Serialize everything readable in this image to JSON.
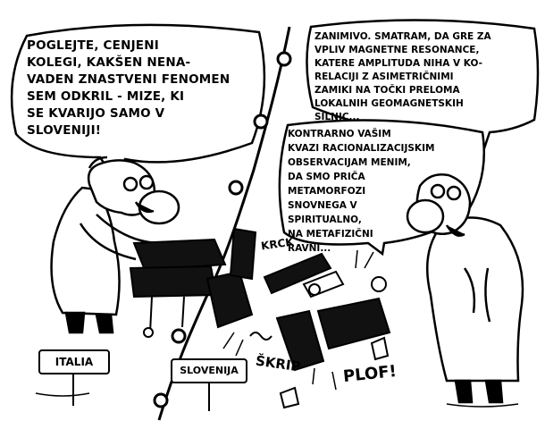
{
  "speech": {
    "left": "Poglejte, cenjeni\nkolegi, kakšen nena-\nvaden znastveni fenomen\nsem odkril - mize, ki\nse kvarijo samo v\nSloveniji!",
    "top_right": "Zanimivo. Smatram, da gre za\nvpliv magnetne resonance,\nkatere amplituda niha v ko-\nrelaciji z asimetričnimi\nzamiki na točki preloma\nlokalnih geomagnetskih\nsilnic...",
    "middle": "Kontrarno vašim\nkvazi racionalizacijskim\nobservacijam menim,\nda smo priča\nmetamorfozi\nsnovnega v\nspiritualno,\nna metafizični\nravni..."
  },
  "signs": {
    "italia": "ITALIA",
    "slovenia": "SLOVENIJA"
  },
  "sound_effects": {
    "krck": "KRCK",
    "skrip": "ŠKRIP",
    "plof": "PLOF!"
  }
}
